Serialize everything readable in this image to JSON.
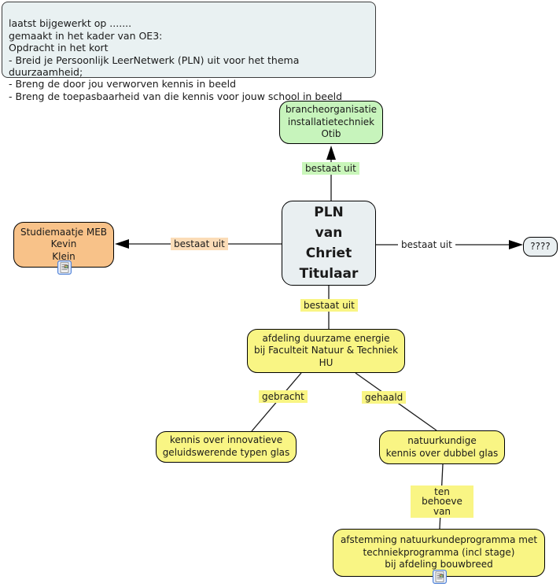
{
  "note": {
    "text": "laatst bijgewerkt op .......\ngemaakt in het kader van OE3:\nOpdracht in het kort\n- Breid je Persoonlijk LeerNetwerk (PLN) uit voor het thema duurzaamheid;\n- Breng de door jou verworven kennis in beeld\n- Breng de toepasbaarheid van die kennis voor jouw school in beeld"
  },
  "nodes": {
    "otib": {
      "label": "brancheorganisatie\ninstallatietechniek\nOtib"
    },
    "pln": {
      "label": "PLN\nvan\nChriet\nTitulaar"
    },
    "studiemaatje": {
      "label": "Studiemaatje MEB\nKevin\nKlein"
    },
    "unknown": {
      "label": "????"
    },
    "afdeling": {
      "label": "afdeling duurzame energie\nbij Faculteit Natuur & Techniek\nHU"
    },
    "kennis_glas": {
      "label": "kennis over innovatieve\ngeluidswerende typen glas"
    },
    "natuurkundige": {
      "label": "natuurkundige\nkennis over dubbel glas"
    },
    "afstemming": {
      "label": "afstemming natuurkundeprogramma met\ntechniekprogramma (incl stage)\nbij afdeling bouwbreed"
    }
  },
  "links": {
    "bestaat_uit_top": "bestaat uit",
    "bestaat_uit_left": "bestaat uit",
    "bestaat_uit_right": "bestaat uit",
    "bestaat_uit_bottom": "bestaat uit",
    "gebracht": "gebracht",
    "gehaald": "gehaald",
    "ten_behoeve_van": "ten\nbehoeve van"
  },
  "icons": {
    "resource": "resource-icon"
  },
  "colors": {
    "note_bg": "#e9f1f2",
    "green_node_bg": "#c7f4bc",
    "green_label_bg": "#c9f6ba",
    "gray_node_bg": "#e9eff1",
    "orange_node_bg": "#f8c289",
    "orange_label_bg": "#fbdcb7",
    "yellow_bg": "#f9f584",
    "line_color": "#1a1a1a"
  }
}
